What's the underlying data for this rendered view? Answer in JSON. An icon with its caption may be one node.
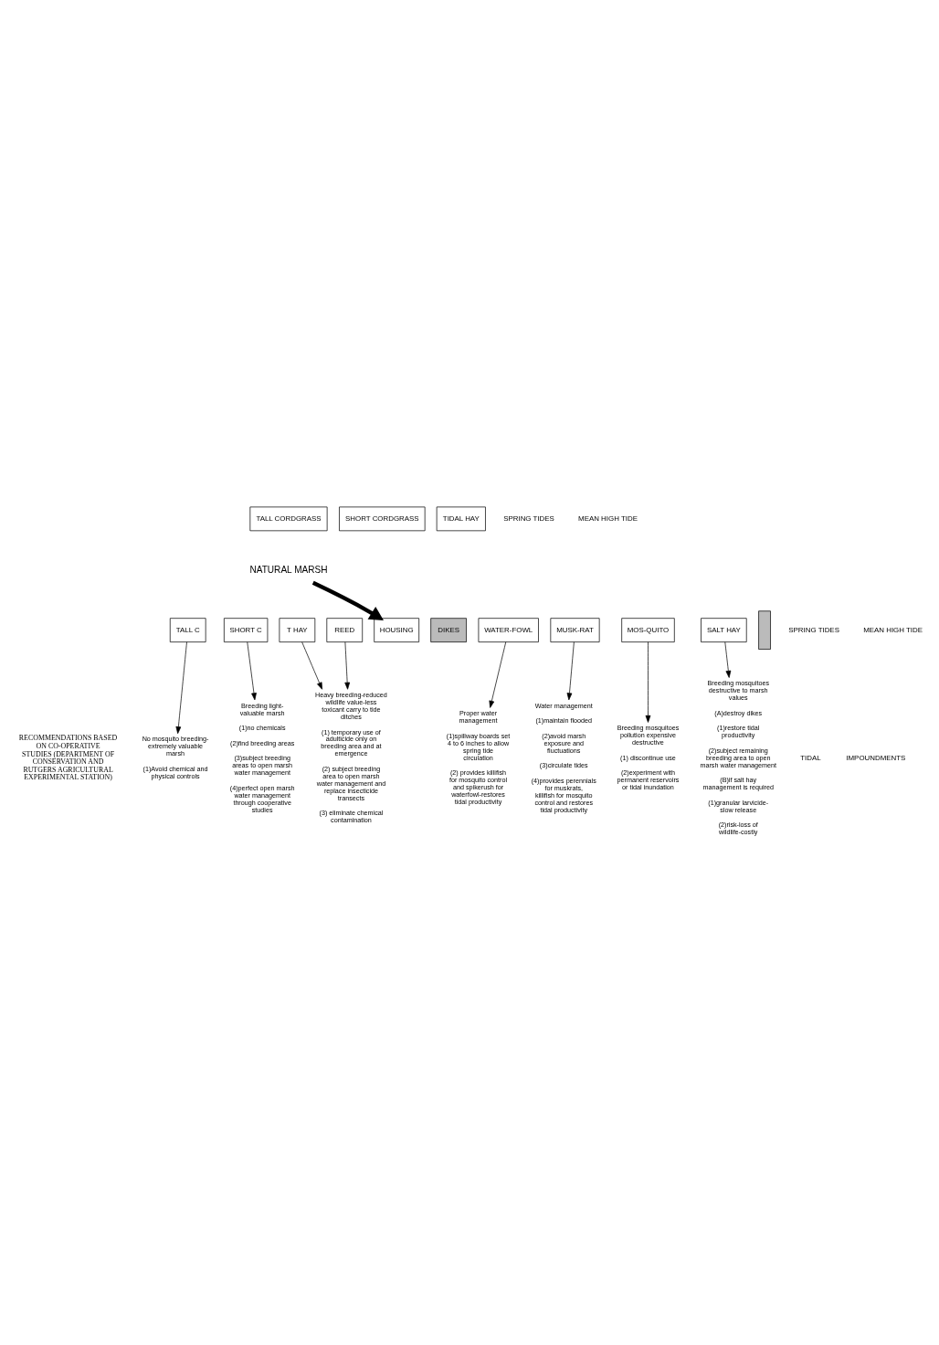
{
  "diagram": {
    "nodes": [
      {
        "text": [
          "TALL CORDGRASS"
        ]
      },
      {
        "text": [
          "SHORT CORDGRASS"
        ]
      },
      {
        "text": [
          "TIDAL HAY"
        ]
      },
      {
        "text": [
          "NATURAL MARSH"
        ]
      },
      {
        "text": [
          "TALL C"
        ]
      },
      {
        "text": [
          "SHORT C"
        ]
      },
      {
        "text": [
          "T HAY"
        ]
      },
      {
        "text": [
          "REED"
        ]
      },
      {
        "text": [
          "HOUSING"
        ]
      },
      {
        "text": [
          "DIKES"
        ]
      },
      {
        "text": [
          "WATER-FOWL"
        ]
      },
      {
        "text": [
          "MUSK-RAT"
        ]
      },
      {
        "text": [
          "MOS-QUITO"
        ]
      },
      {
        "text": [
          "SALT HAY"
        ]
      },
      {
        "text": [],
        "shape": "bar"
      },
      {
        "text": [
          "No mosquito breeding-extremely valuable marsh",
          "(1)Avoid chemical and physical controls"
        ]
      },
      {
        "text": [
          "Breeding light-valuable marsh",
          "(1)no chemicals",
          "(2)find breeding areas",
          "(3)subject breeding areas to open marsh water management",
          "(4)perfect open marsh water management through cooperative studies"
        ]
      },
      {
        "text": [
          "Heavy breeding-reduced wildlife value-less toxicant carry to tide ditches",
          "(1) temporary use of adulticide only on breeding area and at emergence",
          "(2) subject breeding area to open marsh water management and replace insecticide transects",
          "(3) eliminate chemical contamination"
        ]
      },
      {
        "text": [
          "Proper water management",
          "(1)spillway boards set 4 to 6 inches to allow spring tide circulation",
          "(2) provides killifish for mosquito control and spikerush for waterfowl-restores tidal productivity"
        ]
      },
      {
        "text": [
          "Water management",
          "(1)maintain flooded",
          "(2)avoid marsh exposure and fluctuations",
          "(3)circulate tides",
          "(4)provides perennials for muskrats, killifish for mosquito control and restores tidal productivity"
        ]
      },
      {
        "text": [
          "Breeding mosquitoes pollution expensive destructive",
          "(1) discontinue use",
          "(2)experiment with permanent reservoirs or tidal inundation"
        ]
      },
      {
        "text": [
          "Breeding mosquitoes destructive to marsh values",
          "(A)destroy dikes",
          "(1)restore tidal productivity",
          "(2)subject remaining breeding area to open marsh water management",
          "(B)if salt hay management is required",
          "(1)granular larvicide-slow release",
          "(2)risk-loss of wildlife-costly"
        ]
      }
    ],
    "edges": [
      {
        "from": 3,
        "to": 8,
        "arrow": "to",
        "style": "thick"
      },
      {
        "from": 4,
        "to": 15,
        "arrow": "to"
      },
      {
        "from": 5,
        "to": 16,
        "arrow": "to"
      },
      {
        "from": 6,
        "to": 17,
        "arrow": "to"
      },
      {
        "from": 7,
        "to": 17,
        "arrow": "to"
      },
      {
        "from": 10,
        "to": 18,
        "arrow": "to"
      },
      {
        "from": 11,
        "to": 19,
        "arrow": "to"
      },
      {
        "from": 12,
        "to": 20,
        "arrow": "to"
      },
      {
        "from": 13,
        "to": 21,
        "arrow": "to"
      }
    ],
    "labels": [
      "SPRING TIDES",
      "MEAN HIGH TIDE",
      "SPRING TIDES",
      "MEAN HIGH TIDE",
      "TIDAL",
      "IMPOUNDMENTS",
      "RECOMMENDATIONS BASED ON CO-OPERATIVE STUDIES (DEPARTMENT OF CONSERVATION AND RUTGERS AGRICULTURAL EXPERIMENTAL STATION)"
    ]
  }
}
